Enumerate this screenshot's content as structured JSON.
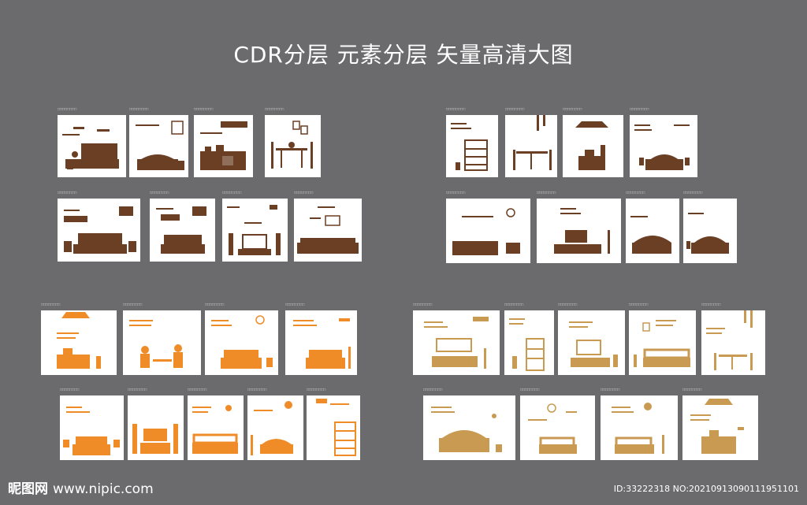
{
  "title": "CDR分层 元素分层 矢量高清大图",
  "colors": {
    "background": "#6b6b6d",
    "brown": "#6b3f23",
    "orange": "#f08c28",
    "tan": "#c99a52",
    "panel": "#ffffff"
  },
  "groups": [
    {
      "name": "brown-left",
      "color": "#6b3f23",
      "panels": [
        "panel-kitchen-1",
        "panel-bedroom-1",
        "panel-kitchen-2",
        "panel-dining-1",
        "panel-bedroom-2",
        "panel-bedroom-3",
        "panel-tv-1",
        "panel-living-1"
      ]
    },
    {
      "name": "brown-right",
      "color": "#6b3f23",
      "panels": [
        "panel-study-1",
        "panel-dining-2",
        "panel-desk-1",
        "panel-bedroom-4",
        "panel-living-2",
        "panel-tv-2",
        "panel-bedroom-5",
        "panel-bedroom-6"
      ]
    },
    {
      "name": "orange-left",
      "color": "#f08c28",
      "panels": [
        "panel-desk-2",
        "panel-couple-1",
        "panel-bedroom-7",
        "panel-bedroom-8",
        "panel-bedroom-9",
        "panel-tv-3",
        "panel-living-3",
        "panel-bedroom-10",
        "panel-shelf-1"
      ]
    },
    {
      "name": "tan-right",
      "color": "#c99a52",
      "panels": [
        "panel-bedroom-11",
        "panel-shelf-2",
        "panel-tv-4",
        "panel-living-4",
        "panel-dining-3",
        "panel-bedroom-12",
        "panel-bedroom-13",
        "panel-bedroom-14",
        "panel-desk-3"
      ]
    }
  ],
  "footer": {
    "logo": "昵图网",
    "site": "www.nipic.com",
    "id_text": "ID:33222318 NO:20210913090111951101"
  }
}
